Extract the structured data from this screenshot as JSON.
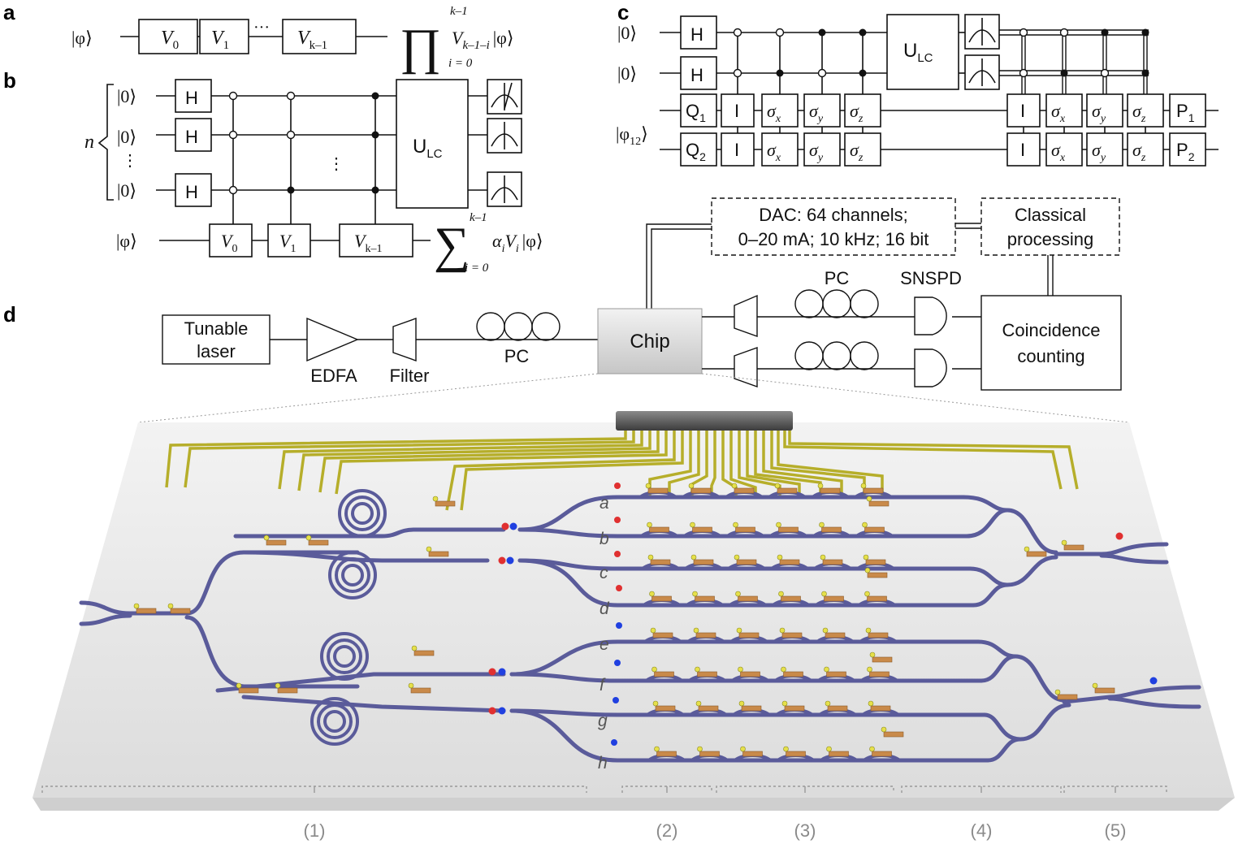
{
  "panels": {
    "a": "a",
    "b": "b",
    "c": "c",
    "d": "d"
  },
  "panel_a": {
    "input": "|φ⟩",
    "gates": [
      "V",
      "V",
      "V"
    ],
    "gate_subs": [
      "0",
      "1",
      "k–1"
    ],
    "dots": "···",
    "output_op": "∏",
    "output_upper": "k–1",
    "output_lower": "i = 0",
    "output_term": "V",
    "output_term_sub": "k–1–i",
    "output_state": "|φ⟩"
  },
  "panel_b": {
    "n_label": "n",
    "qubit_inputs": [
      "|0⟩",
      "|0⟩",
      "|0⟩"
    ],
    "vdots": "⋮",
    "hadamard": "H",
    "target_input": "|φ⟩",
    "gates": [
      "V",
      "V",
      "V"
    ],
    "gate_subs": [
      "0",
      "1",
      "k–1"
    ],
    "ulc": "U",
    "ulc_sub": "LC",
    "mid_dots": "⋮",
    "output_op": "∑",
    "output_upper": "k–1",
    "output_lower": "i = 0",
    "output_term": "α",
    "output_term_sub": "i",
    "output_term2": "V",
    "output_term2_sub": "i",
    "output_state": "|φ⟩"
  },
  "panel_c": {
    "qubit_inputs": [
      "|0⟩",
      "|0⟩"
    ],
    "hadamard": "H",
    "target_input": "|φ",
    "target_sub": "12",
    "target_close": "⟩",
    "q_gates": [
      "Q",
      "Q"
    ],
    "q_subs": [
      "1",
      "2"
    ],
    "ops": [
      "I",
      "σ",
      "σ",
      "σ"
    ],
    "op_subs": [
      "",
      "x",
      "y",
      "z"
    ],
    "ulc": "U",
    "ulc_sub": "LC",
    "p_gates": [
      "P",
      "P"
    ],
    "p_subs": [
      "1",
      "2"
    ]
  },
  "panel_d": {
    "dac": "DAC: 64 channels;",
    "dac2": "0–20 mA; 10 kHz; 16 bit",
    "classical": "Classical",
    "classical2": "processing",
    "laser": "Tunable",
    "laser2": "laser",
    "edfa": "EDFA",
    "filter": "Filter",
    "pc": "PC",
    "chip": "Chip",
    "pc_top": "PC",
    "snspd": "SNSPD",
    "coinc": "Coincidence",
    "coinc2": "counting",
    "rows": [
      "a",
      "b",
      "c",
      "d",
      "e",
      "f",
      "g",
      "h"
    ],
    "sections": [
      "(1)",
      "(2)",
      "(3)",
      "(4)",
      "(5)"
    ]
  }
}
